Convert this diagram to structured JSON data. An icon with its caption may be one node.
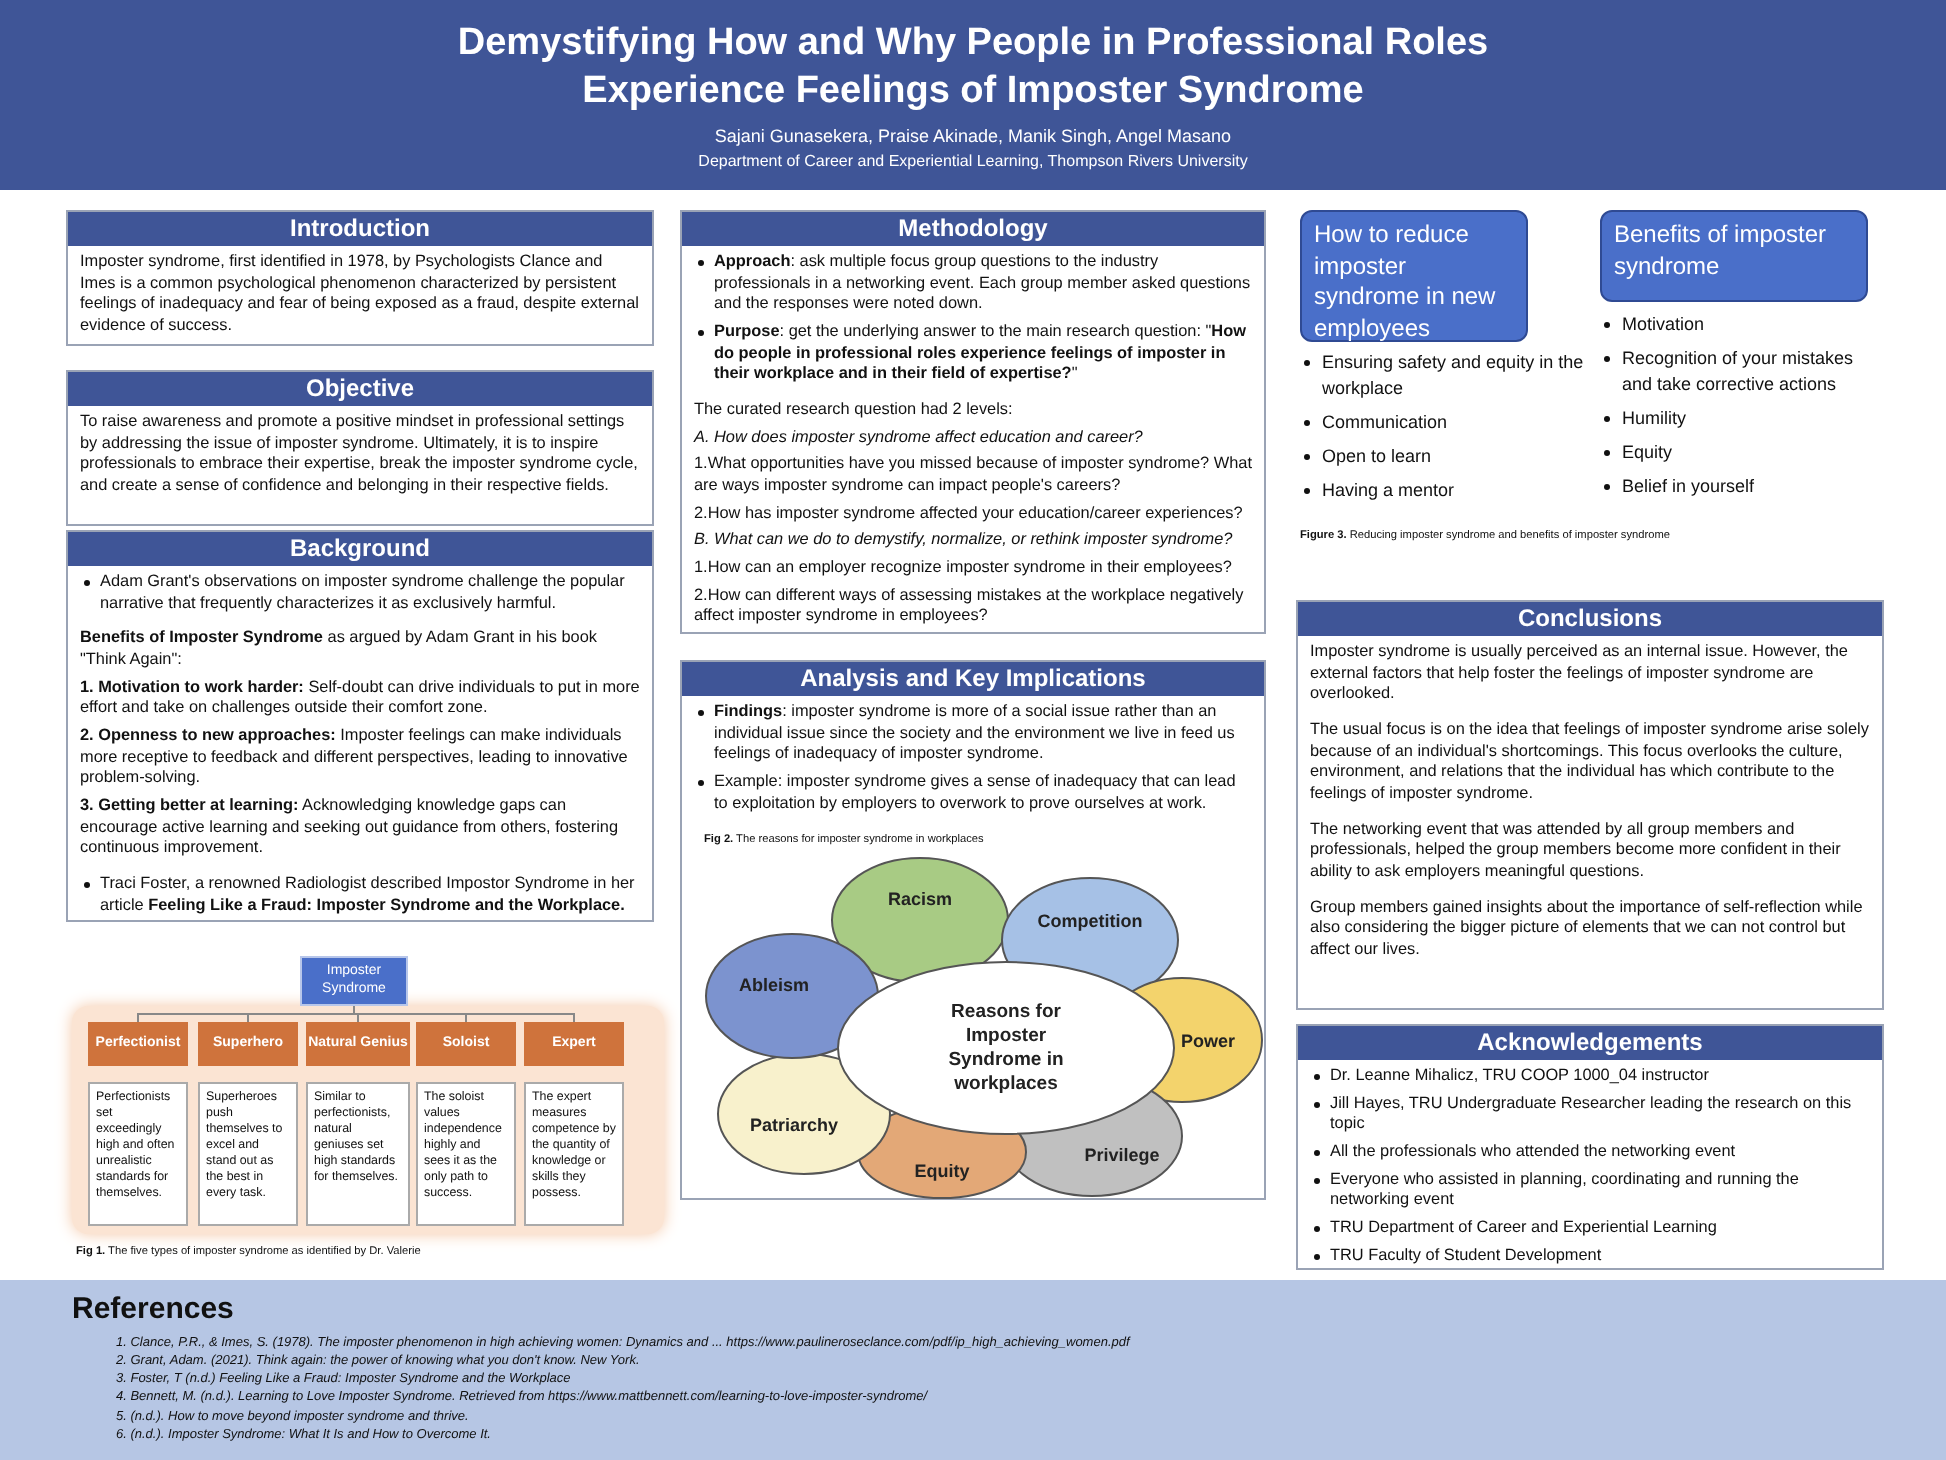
{
  "diagram": {
    "title": "Demystifying How and Why People in Professional Roles Experience Feelings of Imposter Syndrome",
    "nodes": [
      {
        "text": [
          "Introduction",
          "Imposter syndrome, first identified in 1978, by Psychologists Clance and Imes is a common psychological phenomenon characterized by persistent feelings of inadequacy and fear of being exposed as a fraud, despite external evidence of success."
        ]
      },
      {
        "text": [
          "Objective",
          "To raise awareness and promote a positive mindset in professional settings by addressing the issue of imposter syndrome. Ultimately, it is to inspire professionals to embrace their expertise, break the imposter syndrome cycle, and create a sense of confidence and belonging in their respective fields."
        ]
      },
      {
        "text": [
          "Background",
          "Adam Grant's observations on imposter syndrome challenge the popular narrative that frequently characterizes it as exclusively harmful.",
          "**Benefits of Imposter Syndrome** as argued by Adam Grant in his book \"Think Again\":",
          "**1. Motivation to work harder:** Self-doubt can drive individuals to put in more effort and take on challenges outside their comfort zone.",
          "**2. Openness to new approaches:** Imposter feelings can make individuals more receptive to feedback and different perspectives, leading to innovative problem-solving.",
          "**3. Getting better at learning:** Acknowledging knowledge gaps can encourage active learning and seeking out guidance from others, fostering continuous improvement.",
          "Traci Foster, a renowned Radiologist described Impostor Syndrome in her article **Feeling Like a Fraud: Imposter Syndrome and the Workplace.**"
        ]
      },
      {
        "text": [
          "Imposter Syndrome"
        ]
      },
      {
        "text": [
          "Perfectionist"
        ]
      },
      {
        "text": [
          "Superhero"
        ]
      },
      {
        "text": [
          "Natural Genius"
        ]
      },
      {
        "text": [
          "Soloist"
        ]
      },
      {
        "text": [
          "Expert"
        ]
      },
      {
        "text": [
          "Perfectionists set exceedingly high and often unrealistic standards for themselves."
        ]
      },
      {
        "text": [
          "Superheroes push themselves to excel and stand out as the best in every task."
        ]
      },
      {
        "text": [
          "Similar to perfectionists, natural geniuses set high standards for themselves."
        ]
      },
      {
        "text": [
          "The soloist values independence highly and sees it as the only path to success."
        ]
      },
      {
        "text": [
          "The expert measures competence by the quantity of knowledge or skills they possess."
        ]
      },
      {
        "text": [
          "Methodology",
          "**Approach**: ask multiple focus group questions to the industry professionals in a networking event. Each group member asked questions and the responses were noted down.",
          "**Purpose**: get the underlying answer to the main research question: \"**How do people in professional roles experience feelings of imposter in their workplace and in their field of expertise?**\"",
          "The curated research question had 2 levels:",
          "*A. How does imposter syndrome affect education and career?*",
          "1.What opportunities have you missed because of imposter syndrome? What are ways imposter syndrome can impact people's careers?",
          "2.How has imposter syndrome affected your education/career experiences?",
          "*B. What can we do to demystify, normalize, or rethink imposter syndrome?*",
          "1.How can an employer recognize imposter syndrome in their employees?",
          "2.How can different ways of assessing mistakes at the workplace negatively affect imposter syndrome in employees?"
        ]
      },
      {
        "text": [
          "Analysis and Key Implications",
          "**Findings**: imposter syndrome is more of a social issue rather than an individual issue since the society and the environment we live in feed us feelings of inadequacy of imposter syndrome.",
          "Example: imposter syndrome gives a sense of inadequacy that can lead to exploitation by employers to overwork to prove ourselves at work."
        ]
      },
      {
        "text": [
          "Reasons for Imposter Syndrome in workplaces"
        ],
        "in": 15
      },
      {
        "text": [
          "Racism"
        ],
        "in": 15
      },
      {
        "text": [
          "Competition"
        ],
        "in": 15
      },
      {
        "text": [
          "Power"
        ],
        "in": 15
      },
      {
        "text": [
          "Privilege"
        ],
        "in": 15
      },
      {
        "text": [
          "Equity"
        ],
        "in": 15
      },
      {
        "text": [
          "Patriarchy"
        ],
        "in": 15
      },
      {
        "text": [
          "Ableism"
        ],
        "in": 15
      },
      {
        "text": [
          "How to reduce imposter syndrome in new employees"
        ],
        "beside": [
          "Ensuring safety and equity in the workplace",
          "Communication",
          "Open to learn",
          "Having a mentor"
        ]
      },
      {
        "text": [
          "Benefits of imposter syndrome"
        ],
        "beside": [
          "Motivation",
          "Recognition of your mistakes and take corrective actions",
          "Humility",
          "Equity",
          "Belief in yourself"
        ]
      },
      {
        "text": [
          "Conclusions",
          "Imposter syndrome is usually perceived as an internal issue. However, the external factors that help foster the feelings of imposter syndrome are overlooked.",
          "The usual focus is on the idea that feelings of imposter syndrome arise solely because of an individual's shortcomings. This focus overlooks the culture, environment, and relations that the individual has which contribute to the feelings of imposter syndrome.",
          "The networking event that was attended by all group members and professionals, helped the group members become more confident in their ability to ask employers meaningful questions.",
          "Group members gained insights about the importance of self-reflection while also considering the bigger picture of elements that we can not control but affect our lives."
        ]
      },
      {
        "text": [
          "Acknowledgements",
          "Dr. Leanne Mihalicz, TRU COOP 1000_04 instructor",
          "Jill Hayes, TRU Undergraduate Researcher leading the research on this topic",
          "All the professionals who attended the networking event",
          "Everyone who assisted in planning, coordinating and running the networking event",
          "TRU Department of Career and Experiential Learning",
          "TRU Faculty of Student Development"
        ]
      },
      {
        "text": [
          "References",
          "1. Clance, P.R., & Imes, S. (1978). The imposter phenomenon in high achieving women: Dynamics and ... https://www.paulineroseclance.com/pdf/ip_high_achieving_women.pdf",
          "2. Grant, Adam. (2021). Think again: the power of knowing what you don't know. New York.",
          "3. Foster, T (n.d.) Feeling Like a Fraud: Imposter Syndrome and the Workplace",
          "4. Bennett, M. (n.d.). Learning to Love Imposter Syndrome. Retrieved from https://www.mattbennett.com/learning-to-love-imposter-syndrome/",
          "5. (n.d.). How to move beyond imposter syndrome and thrive.",
          "6. (n.d.). Imposter Syndrome: What It Is and How to Overcome It."
        ]
      }
    ],
    "edges": [
      {
        "from": 3,
        "to": 4,
        "arrow": "none"
      },
      {
        "from": 3,
        "to": 5,
        "arrow": "none"
      },
      {
        "from": 3,
        "to": 6,
        "arrow": "none"
      },
      {
        "from": 3,
        "to": 7,
        "arrow": "none"
      },
      {
        "from": 3,
        "to": 8,
        "arrow": "none"
      }
    ],
    "labels": [
      "Sajani Gunasekera, Praise Akinade, Manik Singh, Angel Masano",
      "Department of Career and Experiential Learning, Thompson Rivers University",
      "**Fig 1.** The five types of imposter syndrome as identified by Dr. Valerie",
      "**Fig 2.** The reasons for imposter syndrome in workplaces",
      "**Figure 3.** Reducing imposter syndrome and benefits of imposter syndrome"
    ]
  }
}
